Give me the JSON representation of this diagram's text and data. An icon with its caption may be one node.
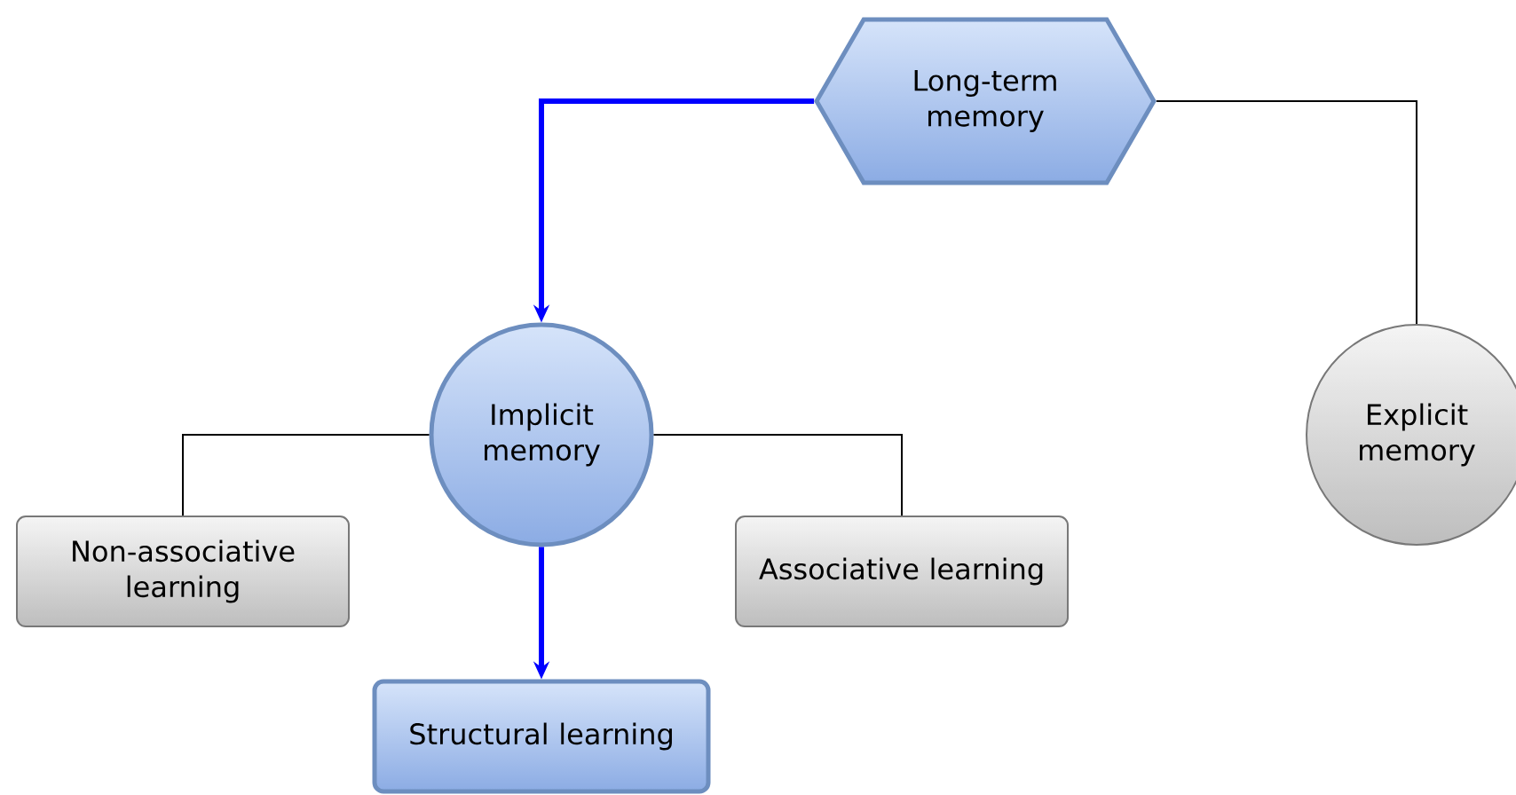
{
  "diagram": {
    "nodes": [
      {
        "text": [
          "Long-term memory"
        ]
      },
      {
        "text": [
          "Implicit memory"
        ]
      },
      {
        "text": [
          "Explicit memory"
        ]
      },
      {
        "text": [
          "Non-associative learning"
        ]
      },
      {
        "text": [
          "Associative learning"
        ]
      },
      {
        "text": [
          "Structural learning"
        ]
      }
    ],
    "edges": [
      {
        "from": 0,
        "to": 1,
        "arrow": "to",
        "style": "thick",
        "color": "#0000ff"
      },
      {
        "from": 0,
        "to": 2,
        "arrow": "none"
      },
      {
        "from": 1,
        "to": 3,
        "arrow": "none"
      },
      {
        "from": 1,
        "to": 4,
        "arrow": "none"
      },
      {
        "from": 1,
        "to": 5,
        "arrow": "to",
        "style": "thick",
        "color": "#0000ff"
      }
    ]
  }
}
